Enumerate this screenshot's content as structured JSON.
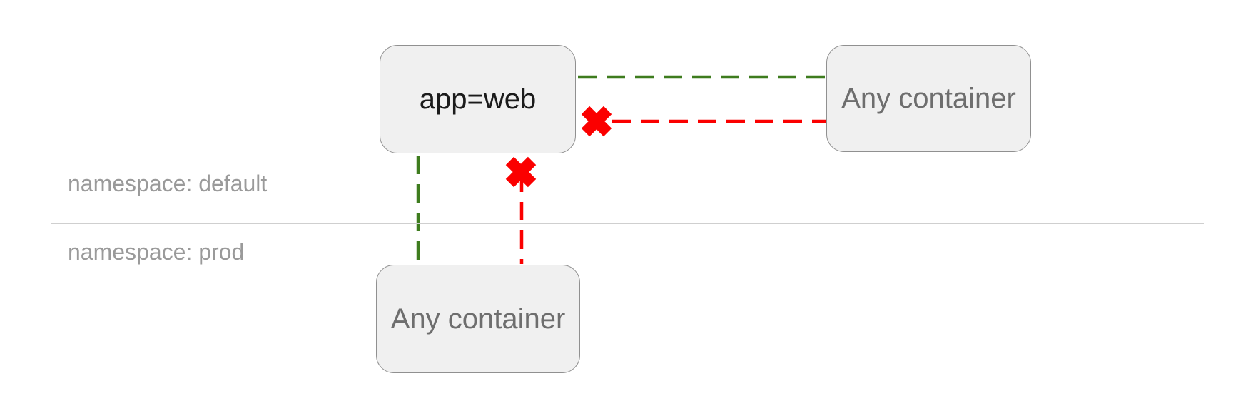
{
  "colors": {
    "allowed_green": "#3e7c1e",
    "blocked_red": "#fb0000",
    "node_fill": "#f0f0f0",
    "node_border": "#909090",
    "divider_gray": "#cfcfcf",
    "namespace_label_gray": "#9a9a9a",
    "node_text_primary": "#1b1b1b",
    "node_text_muted": "#6e6e6e"
  },
  "namespaces": {
    "default": {
      "label": "namespace: default"
    },
    "prod": {
      "label": "namespace: prod"
    }
  },
  "nodes": {
    "app_web": {
      "label": "app=web",
      "namespace": "default"
    },
    "any_container_default": {
      "label": "Any container",
      "namespace": "default"
    },
    "any_container_prod": {
      "label": "Any container",
      "namespace": "prod"
    }
  },
  "edges": [
    {
      "from": "app_web",
      "to": "any_container_default",
      "style": "dashed",
      "status": "allowed"
    },
    {
      "from": "any_container_default",
      "to": "app_web",
      "style": "dashed",
      "status": "blocked"
    },
    {
      "from": "app_web",
      "to": "any_container_prod",
      "style": "dashed",
      "status": "allowed"
    },
    {
      "from": "any_container_prod",
      "to": "app_web",
      "style": "dashed",
      "status": "blocked"
    }
  ]
}
